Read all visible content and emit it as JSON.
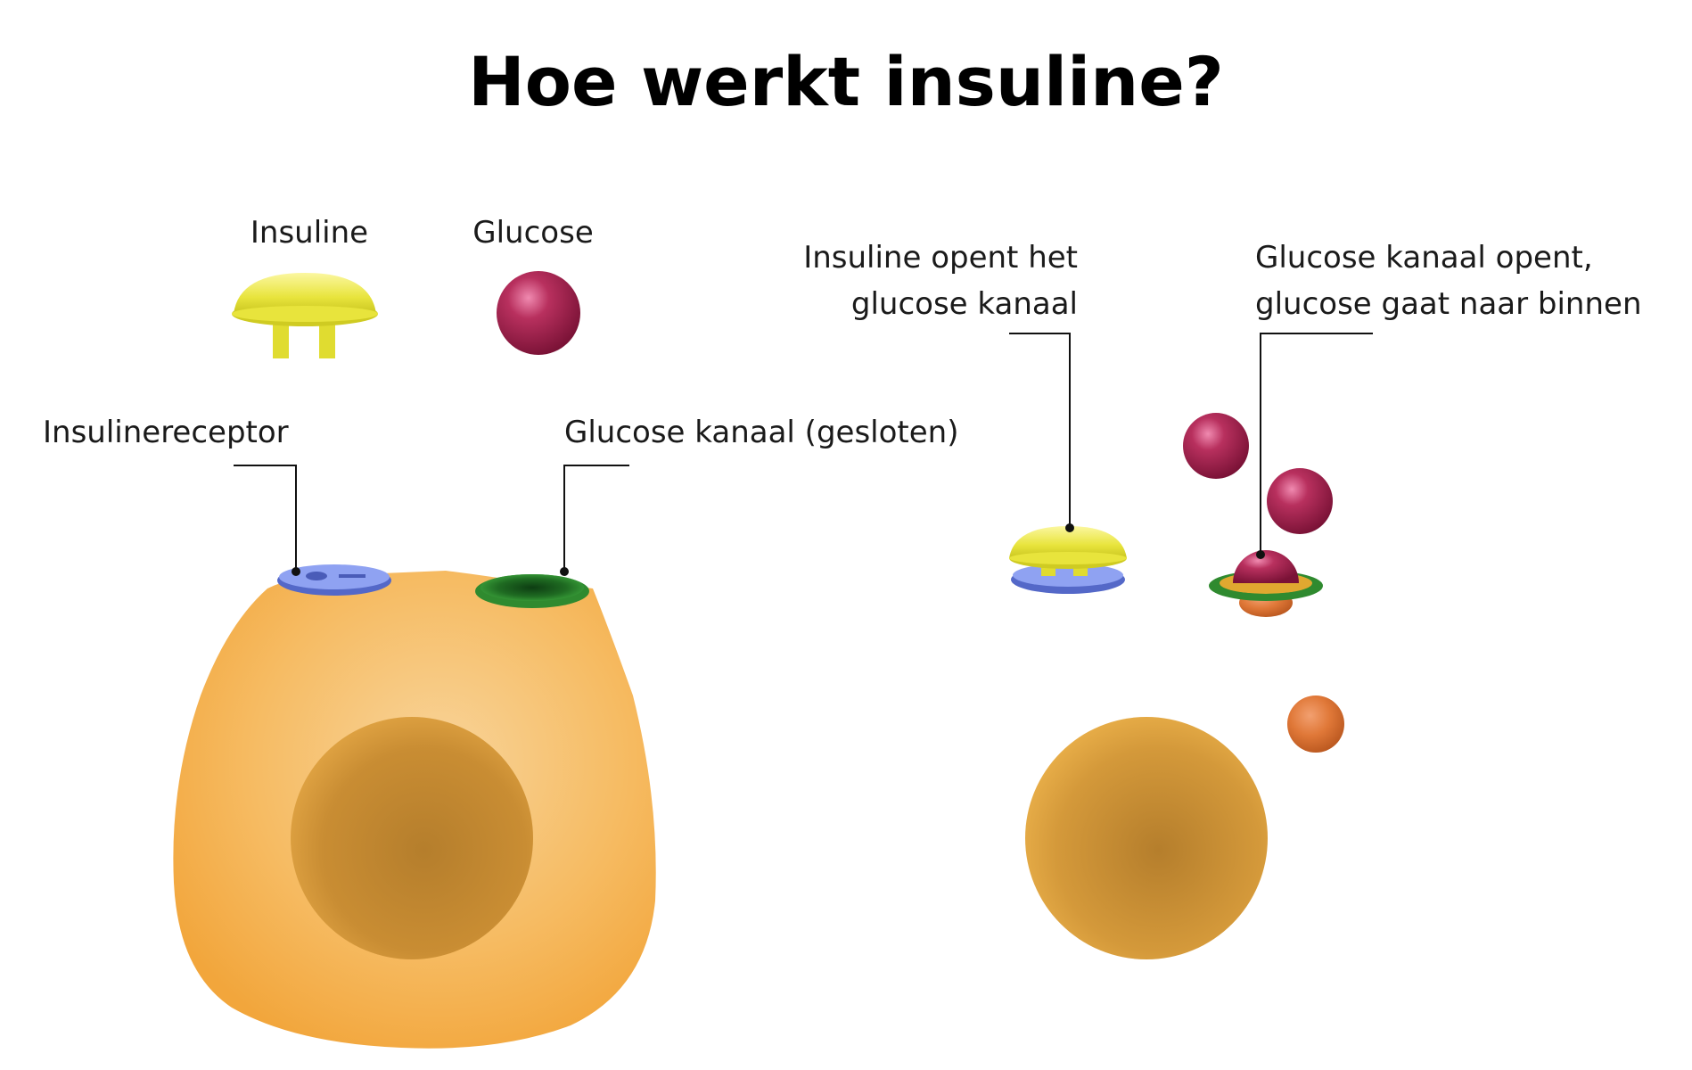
{
  "title": "Hoe werkt insuline?",
  "legend": {
    "insulin_label": "Insuline",
    "glucose_label": "Glucose"
  },
  "labels": {
    "receptor": "Insulinereceptor",
    "channel_closed": "Glucose kanaal (gesloten)",
    "insulin_opens_line1": "Insuline opent het",
    "insulin_opens_line2": "glucose kanaal",
    "channel_open_line1": "Glucose kanaal opent,",
    "channel_open_line2": "glucose gaat naar binnen"
  },
  "colors": {
    "cell": "#f5b04a",
    "nucleus": "#c98d33",
    "insulin": "#e8e43c",
    "glucose": "#a8224e",
    "receptor": "#6f86e6",
    "channel": "#2f8a2f",
    "inner_glucose": "#e0743a"
  }
}
